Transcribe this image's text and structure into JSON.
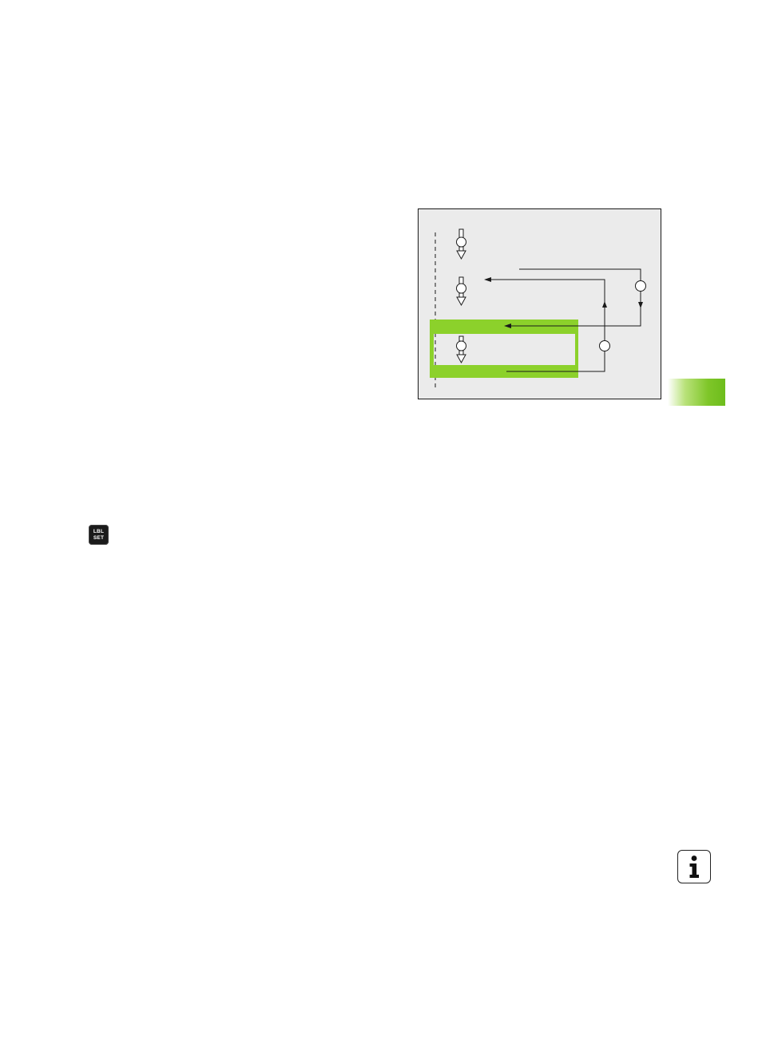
{
  "key": {
    "line1": "LBL",
    "line2": "SET"
  },
  "icons": {
    "tab": "chapter-tab-green",
    "info": "info-icon",
    "key": "lbl-set-key-icon"
  },
  "colors": {
    "diagram_background": "#ebebeb",
    "highlight": "#8cd12b",
    "line": "#1a1a1a"
  }
}
